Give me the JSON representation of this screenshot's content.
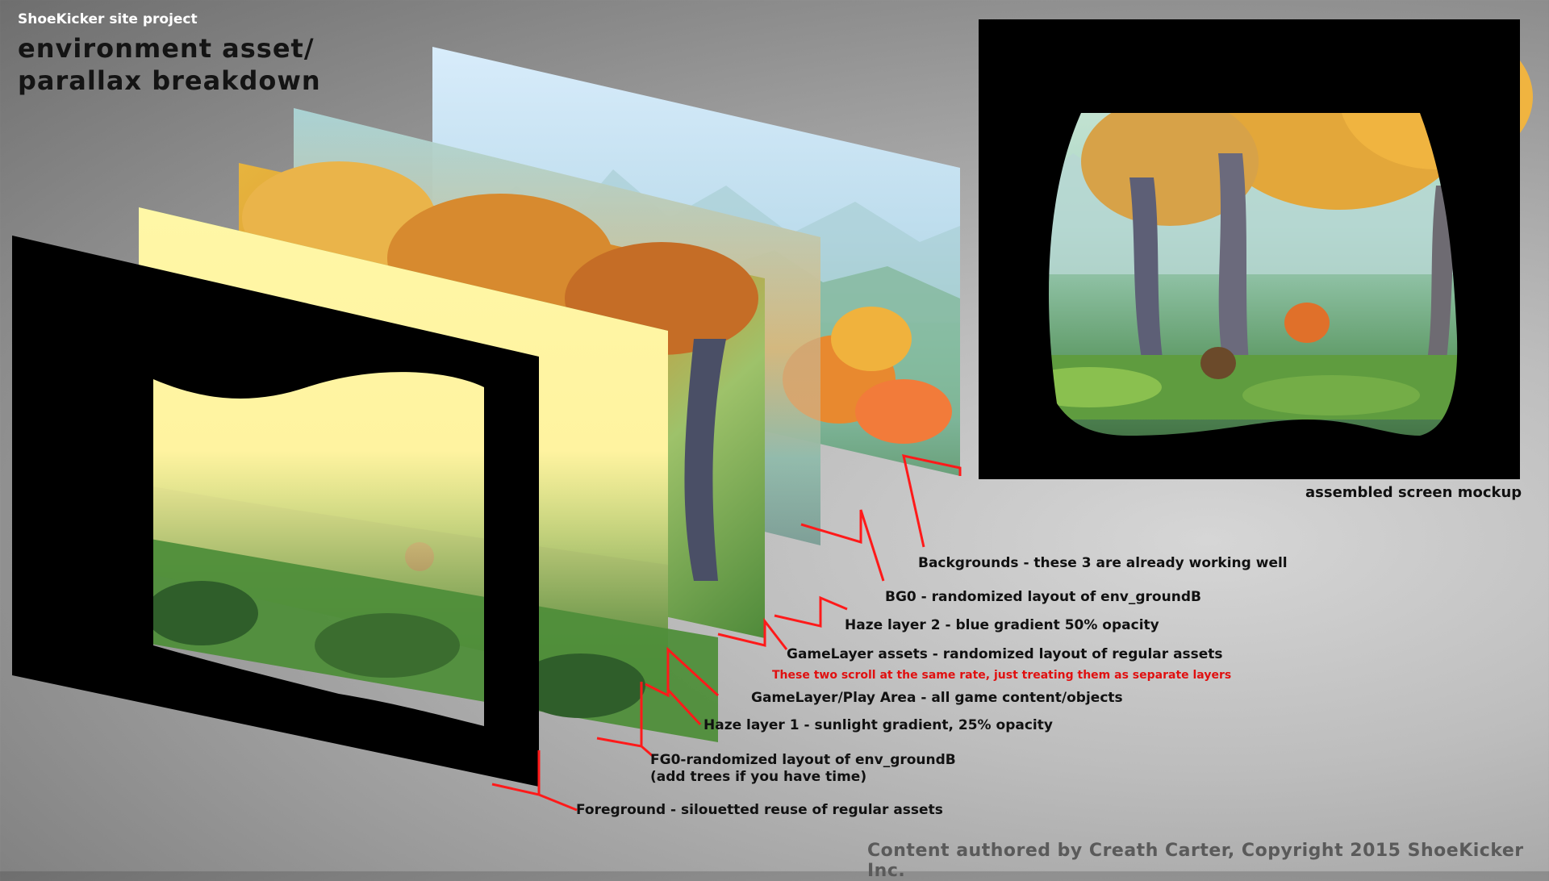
{
  "header": {
    "subtitle": "ShoeKicker site project",
    "title_line1": "environment asset/",
    "title_line2": "parallax breakdown"
  },
  "layers": [
    {
      "id": "backgrounds",
      "label": "Backgrounds - these 3 are already working well"
    },
    {
      "id": "bg0",
      "label": "BG0 - randomized layout of env_groundB"
    },
    {
      "id": "haze2",
      "label": "Haze layer 2 - blue gradient 50% opacity"
    },
    {
      "id": "gamelayer-assets",
      "label": "GameLayer assets - randomized layout of regular assets"
    },
    {
      "id": "gamelayer-play",
      "label": "GameLayer/Play Area - all game content/objects"
    },
    {
      "id": "haze1",
      "label": "Haze layer 1 - sunlight gradient, 25% opacity"
    },
    {
      "id": "fg0",
      "label_line1": "FG0-randomized layout of env_groundB",
      "label_line2": "(add trees if you have time)"
    },
    {
      "id": "foreground",
      "label": "Foreground - silouetted reuse of regular assets"
    }
  ],
  "note": "These two scroll at the same rate, just treating them as separate layers",
  "mockup": {
    "caption": "assembled screen mockup"
  },
  "credit": "Content authored by Creath Carter, Copyright 2015 ShoeKicker Inc.",
  "colors": {
    "leader": "#ff1a1a",
    "haze1": "#fff5a0",
    "haze2": "#a8d4de",
    "sky": "#cfe6f7",
    "foliage": "#e2a33a",
    "silhouette": "#000000"
  }
}
